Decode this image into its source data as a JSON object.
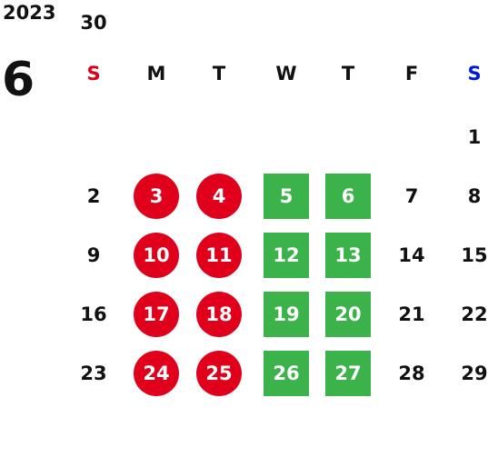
{
  "calendar": {
    "year": "2023",
    "month": "6",
    "weekdays": [
      {
        "label": "S",
        "color": "#e0001b"
      },
      {
        "label": "M",
        "color": "#111111"
      },
      {
        "label": "T",
        "color": "#111111"
      },
      {
        "label": "W",
        "color": "#111111"
      },
      {
        "label": "T",
        "color": "#111111"
      },
      {
        "label": "F",
        "color": "#111111"
      },
      {
        "label": "S",
        "color": "#0019d6"
      }
    ],
    "first_weekday_index": 6,
    "days_in_month": 30,
    "red_circle_days": [
      3,
      4,
      10,
      11,
      17,
      18,
      24,
      25
    ],
    "green_box_days": [
      5,
      6,
      12,
      13,
      19,
      20,
      26,
      27
    ],
    "colors": {
      "red": "#e0001b",
      "green": "#3bb34a",
      "text": "#111111"
    }
  }
}
